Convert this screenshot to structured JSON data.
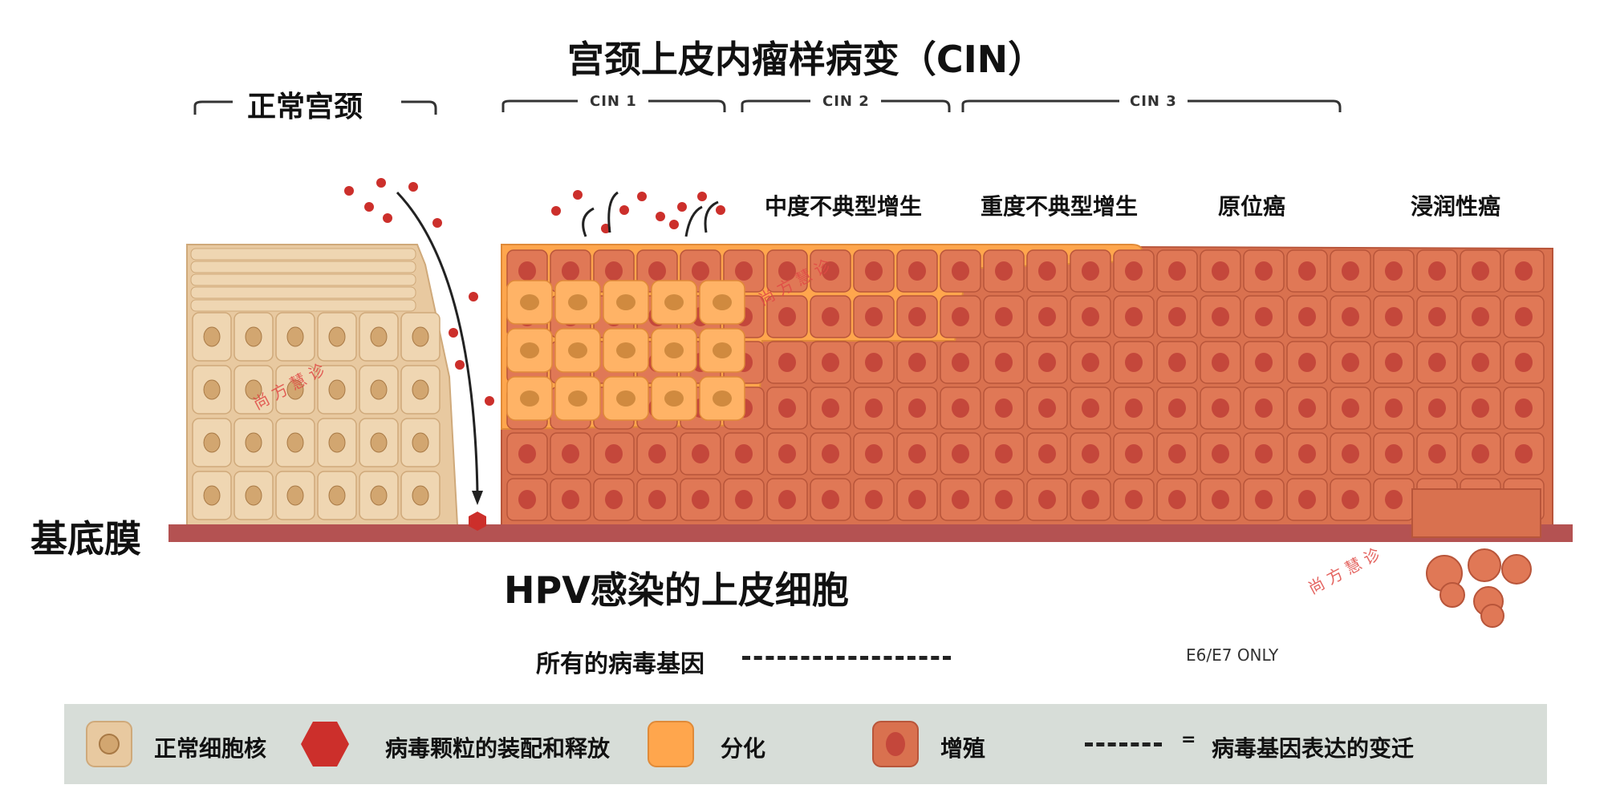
{
  "title": "宫颈上皮内瘤样病变（CIN）",
  "normal_label": "正常宫颈",
  "cin_labels": [
    "CIN 1",
    "CIN 2",
    "CIN 3"
  ],
  "stages": [
    "中度不典型增生",
    "重度不典型增生",
    "原位癌",
    "浸润性癌"
  ],
  "basement_membrane": "基底膜",
  "hpv_label": "HPV感染的上皮细胞",
  "all_genes": "所有的病毒基因",
  "e6e7": "E6/E7 ONLY",
  "watermark": "尚方慧诊",
  "legend": {
    "normal_nucleus": "正常细胞核",
    "virus_assembly": "病毒颗粒的装配和释放",
    "differentiation": "分化",
    "proliferation": "增殖",
    "equals": "=",
    "gene_transition": "病毒基因表达的变迁"
  },
  "colors": {
    "normal": "#e8c9a0",
    "differentiation": "#ffa64d",
    "proliferation": "#d9714f",
    "virus": "#cc2f2b",
    "membrane": "#b45252",
    "legend_bg": "#d7ddd8"
  }
}
